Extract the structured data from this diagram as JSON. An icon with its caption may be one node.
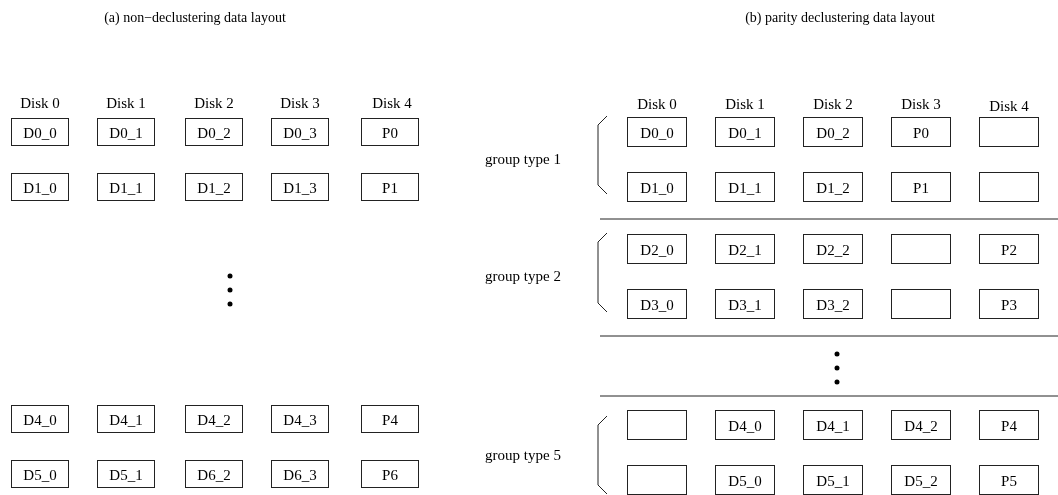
{
  "diagram": {
    "nodes": [
      {
        "text": [
          "D0_0"
        ]
      },
      {
        "text": [
          "D0_1"
        ]
      },
      {
        "text": [
          "D0_2"
        ]
      },
      {
        "text": [
          "D0_3"
        ]
      },
      {
        "text": [
          "P0"
        ]
      },
      {
        "text": [
          "D1_0"
        ]
      },
      {
        "text": [
          "D1_1"
        ]
      },
      {
        "text": [
          "D1_2"
        ]
      },
      {
        "text": [
          "D1_3"
        ]
      },
      {
        "text": [
          "P1"
        ]
      },
      {
        "text": [
          "D4_0"
        ]
      },
      {
        "text": [
          "D4_1"
        ]
      },
      {
        "text": [
          "D4_2"
        ]
      },
      {
        "text": [
          "D4_3"
        ]
      },
      {
        "text": [
          "P4"
        ]
      },
      {
        "text": [
          "D5_0"
        ]
      },
      {
        "text": [
          "D5_1"
        ]
      },
      {
        "text": [
          "D6_2"
        ]
      },
      {
        "text": [
          "D6_3"
        ]
      },
      {
        "text": [
          "P6"
        ]
      },
      {
        "text": [
          "D0_0"
        ]
      },
      {
        "text": [
          "D0_1"
        ]
      },
      {
        "text": [
          "D0_2"
        ]
      },
      {
        "text": [
          "P0"
        ]
      },
      {
        "text": [],
        "shape": "box"
      },
      {
        "text": [
          "D1_0"
        ]
      },
      {
        "text": [
          "D1_1"
        ]
      },
      {
        "text": [
          "D1_2"
        ]
      },
      {
        "text": [
          "P1"
        ]
      },
      {
        "text": [],
        "shape": "box"
      },
      {
        "text": [
          "D2_0"
        ]
      },
      {
        "text": [
          "D2_1"
        ]
      },
      {
        "text": [
          "D2_2"
        ]
      },
      {
        "text": [],
        "shape": "box"
      },
      {
        "text": [
          "P2"
        ]
      },
      {
        "text": [
          "D3_0"
        ]
      },
      {
        "text": [
          "D3_1"
        ]
      },
      {
        "text": [
          "D3_2"
        ]
      },
      {
        "text": [],
        "shape": "box"
      },
      {
        "text": [
          "P3"
        ]
      },
      {
        "text": [],
        "shape": "box"
      },
      {
        "text": [
          "D4_0"
        ]
      },
      {
        "text": [
          "D4_1"
        ]
      },
      {
        "text": [
          "D4_2"
        ]
      },
      {
        "text": [
          "P4"
        ]
      },
      {
        "text": [],
        "shape": "box"
      },
      {
        "text": [
          "D5_0"
        ]
      },
      {
        "text": [
          "D5_1"
        ]
      },
      {
        "text": [
          "D5_2"
        ]
      },
      {
        "text": [
          "P5"
        ]
      }
    ],
    "labels": [
      "(a) non−declustering data layout",
      "(b) parity declustering data layout",
      "Disk 0",
      "Disk 1",
      "Disk 2",
      "Disk 3",
      "Disk 4",
      "Disk 0",
      "Disk 1",
      "Disk 2",
      "Disk 3",
      "Disk 4",
      "group type 1",
      "group type 2",
      "group type 5"
    ]
  }
}
